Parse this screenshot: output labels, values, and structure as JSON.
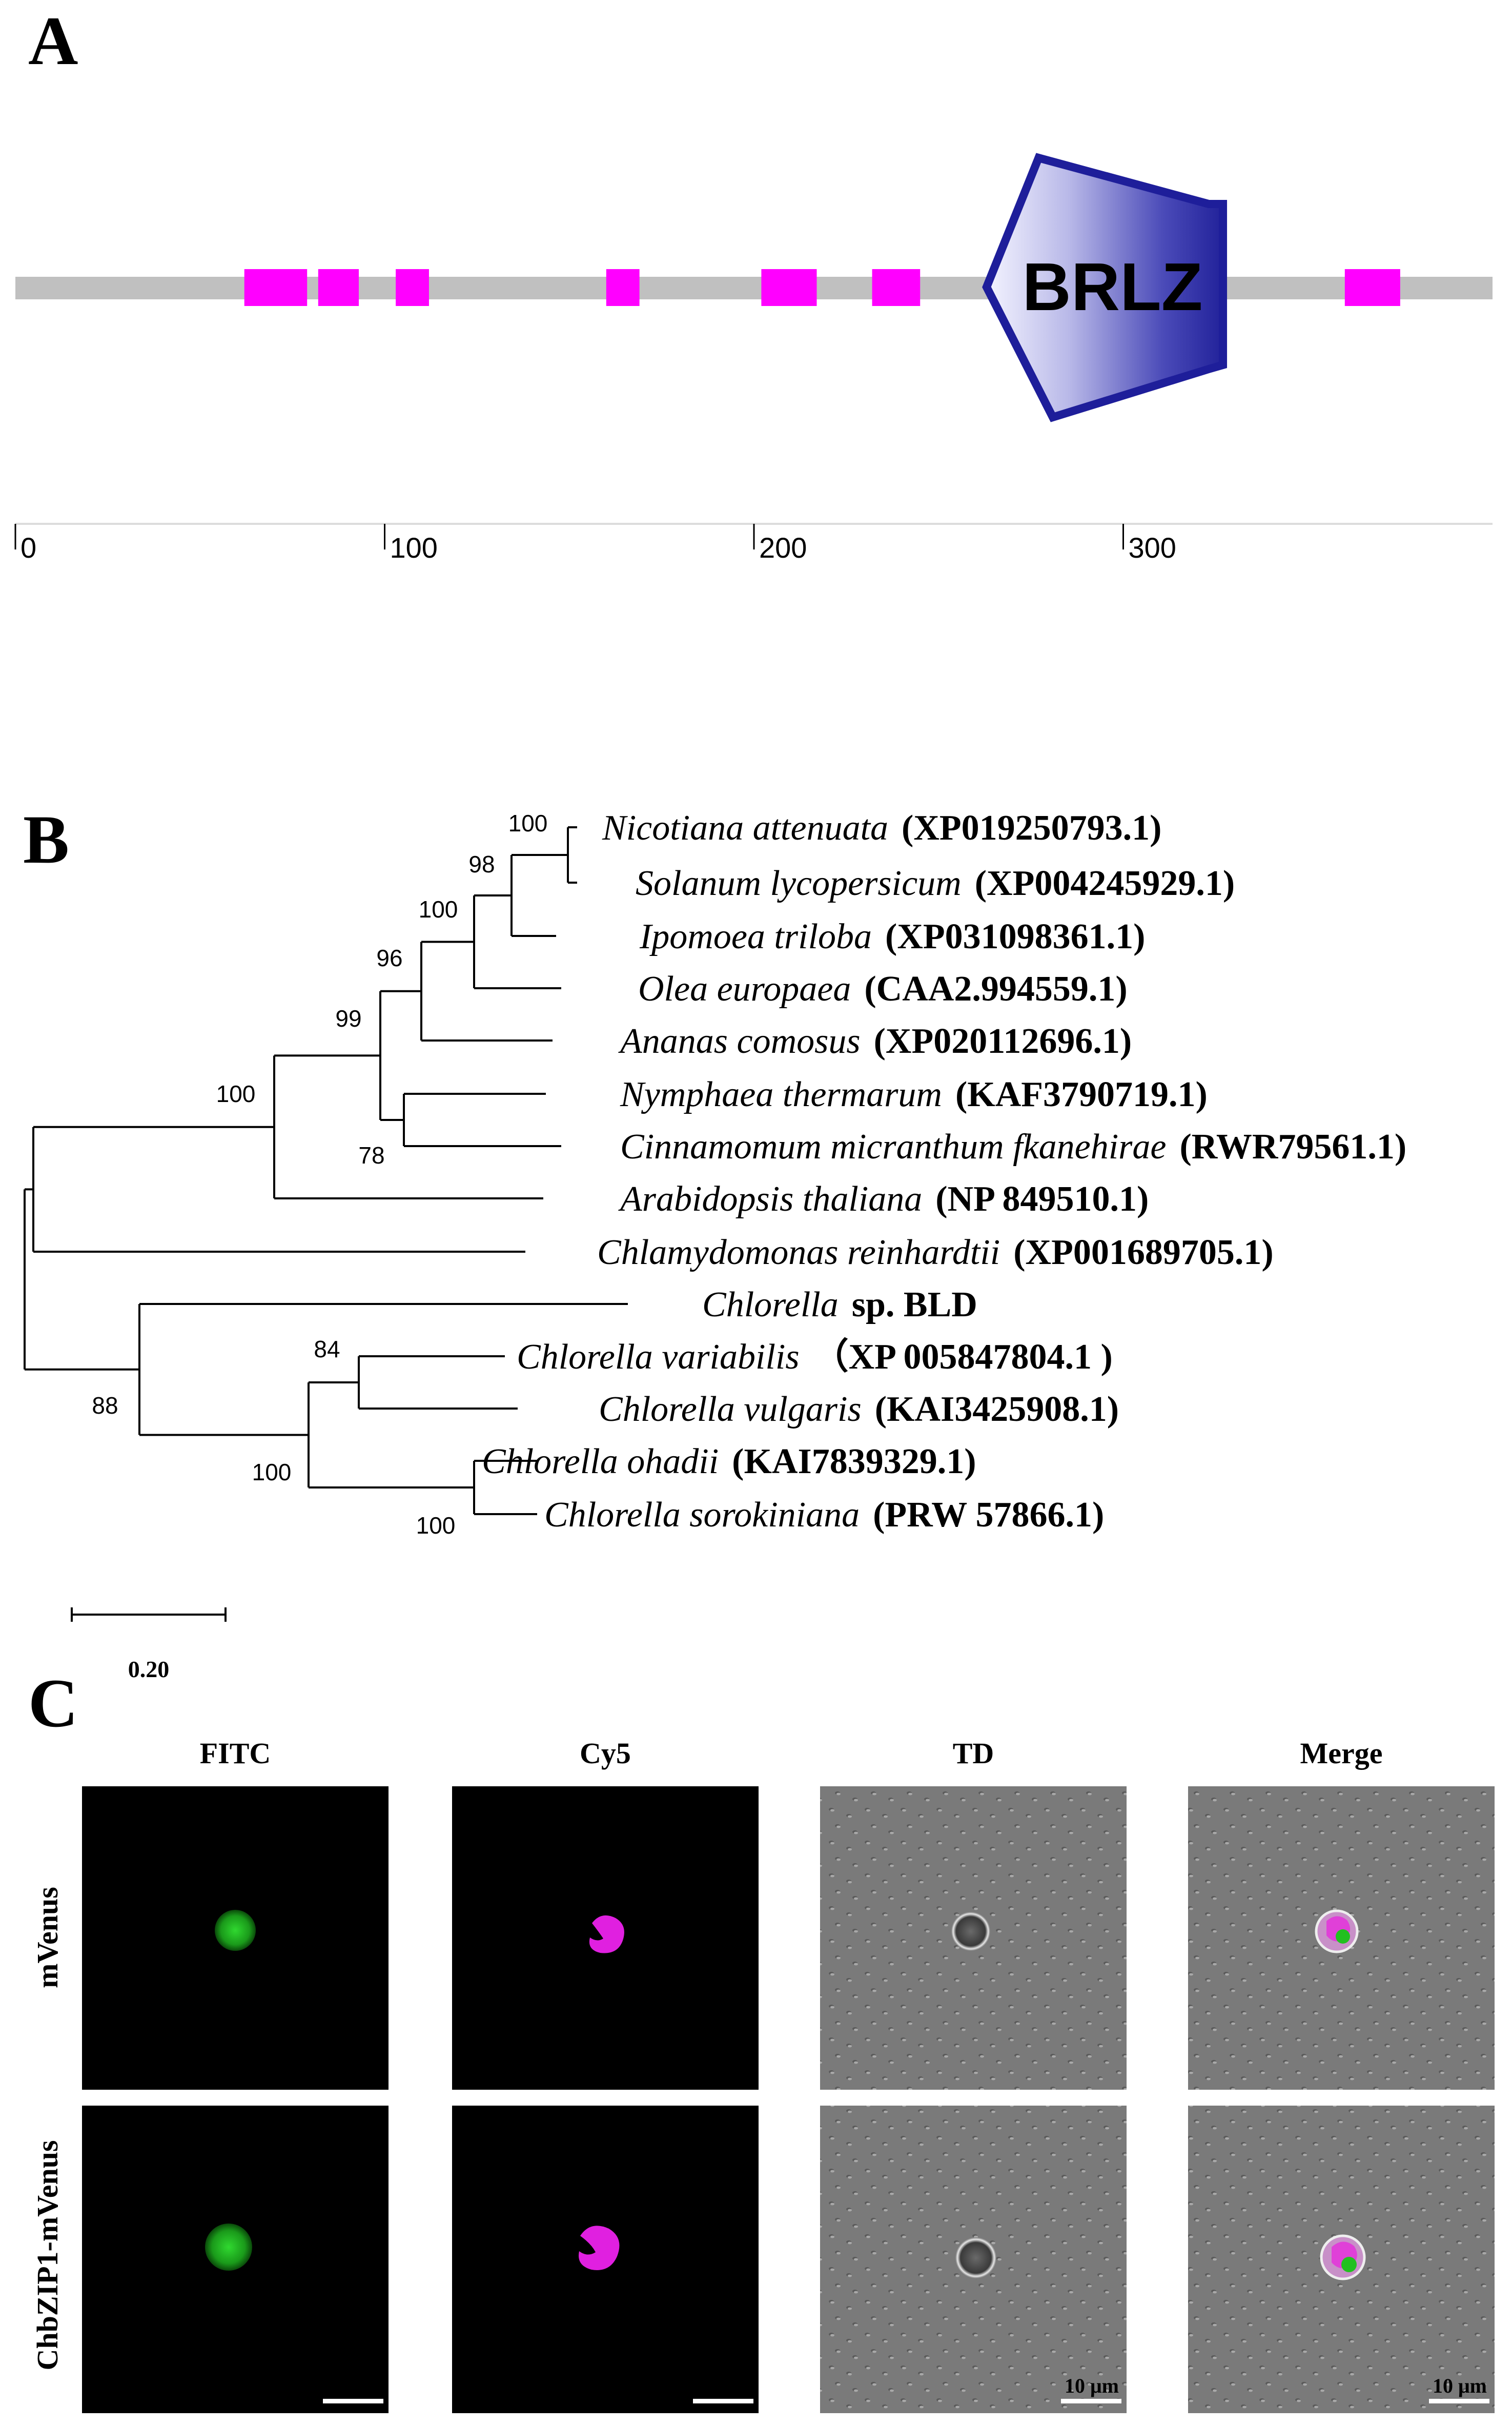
{
  "panels": {
    "a": "A",
    "b": "B",
    "c": "C"
  },
  "domain_map": {
    "axis_max": 400,
    "ticks": [
      {
        "value": 0,
        "label": "0"
      },
      {
        "value": 100,
        "label": "100"
      },
      {
        "value": 200,
        "label": "200"
      },
      {
        "value": 300,
        "label": "300"
      }
    ],
    "motifs": [
      {
        "start": 62,
        "end": 79
      },
      {
        "start": 82,
        "end": 93
      },
      {
        "start": 103,
        "end": 112
      },
      {
        "start": 160,
        "end": 169
      },
      {
        "start": 202,
        "end": 217
      },
      {
        "start": 232,
        "end": 245
      },
      {
        "start": 360,
        "end": 375
      }
    ],
    "domain": {
      "label": "BRLZ",
      "start": 263,
      "end": 327
    },
    "colors": {
      "backbone": "#c0c0c0",
      "motif": "#ff00ff",
      "domain_dark": "#1e1e9a",
      "domain_light": "#f0f0ff"
    }
  },
  "tree": {
    "taxa": [
      {
        "name": "Nicotiana attenuata",
        "acc": "(XP019250793.1)"
      },
      {
        "name": "Solanum lycopersicum",
        "acc": "(XP004245929.1)"
      },
      {
        "name": "Ipomoea triloba",
        "acc": "(XP031098361.1)"
      },
      {
        "name": "Olea europaea",
        "acc": "(CAA2.994559.1)"
      },
      {
        "name": "Ananas comosus",
        "acc": "(XP020112696.1)"
      },
      {
        "name": "Nymphaea thermarum",
        "acc": "(KAF3790719.1)"
      },
      {
        "name": "Cinnamomum micranthum fkanehirae",
        "acc": "(RWR79561.1)"
      },
      {
        "name": "Arabidopsis thaliana",
        "acc": "(NP 849510.1)"
      },
      {
        "name": "Chlamydomonas reinhardtii",
        "acc": "(XP001689705.1)"
      },
      {
        "name": "Chlorella",
        "acc": "sp. BLD"
      },
      {
        "name": "Chlorella variabilis",
        "acc": "（XP 005847804.1 )"
      },
      {
        "name": "Chlorella vulgaris",
        "acc": "(KAI3425908.1)"
      },
      {
        "name": "Chlorella ohadii",
        "acc": "(KAI7839329.1)"
      },
      {
        "name": "Chlorella sorokiniana",
        "acc": "(PRW 57866.1)"
      }
    ],
    "bootstrap": [
      "100",
      "98",
      "100",
      "96",
      "99",
      "100",
      "78",
      "84",
      "88",
      "100",
      "100"
    ],
    "scale": {
      "label": "0.20",
      "value": 0.2
    }
  },
  "microscopy": {
    "columns": [
      "FITC",
      "Cy5",
      "TD",
      "Merge"
    ],
    "rows": [
      "mVenus",
      "ChbZIP1-mVenus"
    ],
    "scale_bar": "10 μm",
    "colors": {
      "fitc": "#22c020",
      "cy5": "#e020e0"
    }
  }
}
